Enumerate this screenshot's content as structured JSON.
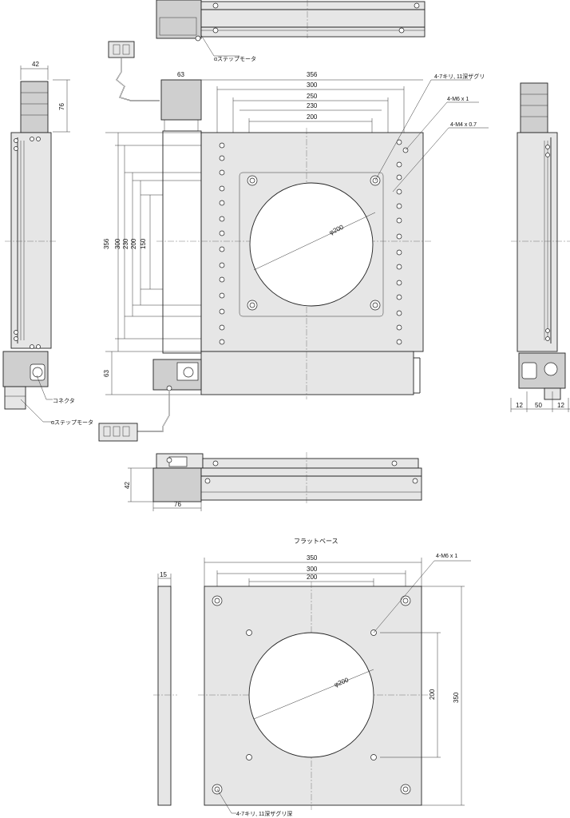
{
  "labels": {
    "stepper_motor_top": "αステップモータ",
    "stepper_motor_left": "αステップモータ",
    "connector": "コネクタ",
    "flat_base_title": "フラットベース",
    "callout_counterbore_main": "4-7キリ, 11深ザグリ",
    "callout_m6_main": "4-M6 x 1",
    "callout_m4_main": "4-M4 x 0.7",
    "callout_m6_base": "4-M6 x 1",
    "callout_counterbore_base": "4-7キリ, 11深ザグリ深",
    "phi_main": "φ200",
    "phi_base": "φ200"
  },
  "dims": {
    "main_top": [
      "63",
      "356",
      "300",
      "250",
      "230",
      "200"
    ],
    "main_left": [
      "356",
      "300",
      "230",
      "200",
      "150",
      "63"
    ],
    "left_view": [
      "42",
      "76"
    ],
    "right_view": [
      "12",
      "50",
      "12"
    ],
    "bottom_view": [
      "42",
      "76"
    ],
    "base_top": [
      "350",
      "300",
      "200"
    ],
    "base_right": [
      "200",
      "350"
    ],
    "base_side": "15"
  }
}
